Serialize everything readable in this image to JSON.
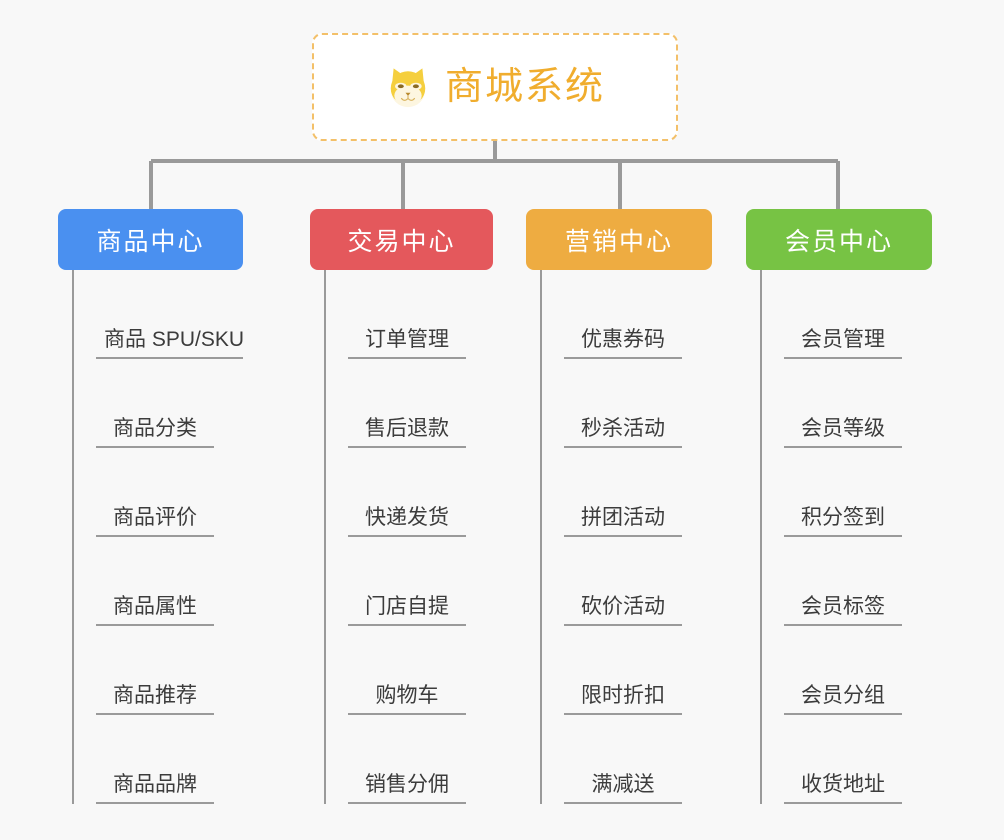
{
  "root": {
    "title": "商城系统",
    "icon": "shiba-dog-face-icon",
    "border_color": "#f3c069",
    "text_color": "#f0ad2e",
    "background": "#ffffff"
  },
  "canvas": {
    "background": "#f8f8f8",
    "connector_color": "#9a9a9a"
  },
  "branches": [
    {
      "label": "商品中心",
      "color": "#4a90f0",
      "items": [
        "商品 SPU/SKU",
        "商品分类",
        "商品评价",
        "商品属性",
        "商品推荐",
        "商品品牌"
      ]
    },
    {
      "label": "交易中心",
      "color": "#e4585c",
      "items": [
        "订单管理",
        "售后退款",
        "快递发货",
        "门店自提",
        "购物车",
        "销售分佣"
      ]
    },
    {
      "label": "营销中心",
      "color": "#eeac41",
      "items": [
        "优惠券码",
        "秒杀活动",
        "拼团活动",
        "砍价活动",
        "限时折扣",
        "满减送"
      ]
    },
    {
      "label": "会员中心",
      "color": "#77c344",
      "items": [
        "会员管理",
        "会员等级",
        "积分签到",
        "会员标签",
        "会员分组",
        "收货地址"
      ]
    }
  ]
}
